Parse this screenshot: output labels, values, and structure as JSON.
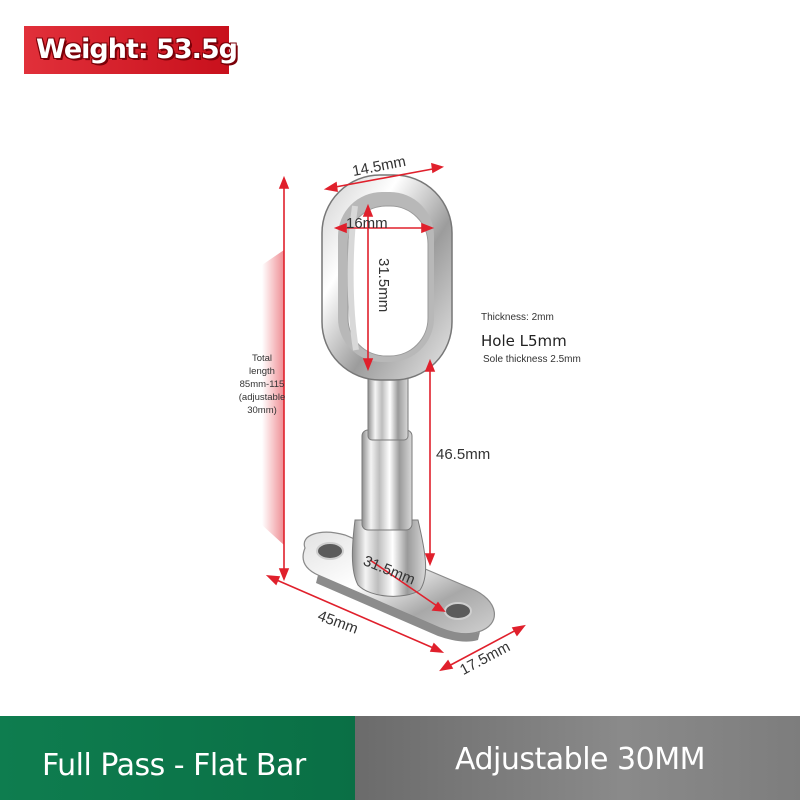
{
  "weight_badge": {
    "text": "Weight: 53.5g"
  },
  "dimensions": {
    "top_width": "14.5mm",
    "inner_width": "16mm",
    "inner_height": "31.5mm",
    "stem_height": "46.5mm",
    "base_length": "45mm",
    "base_width": "17.5mm",
    "base_hole_spacing": "31.5mm"
  },
  "specs": {
    "thickness": "Thickness: 2mm",
    "hole": "Hole L5mm",
    "sole_thickness": "Sole thickness 2.5mm"
  },
  "total_length": {
    "line1": "Total",
    "line2": "length",
    "line3": "85mm-115",
    "line4": "(adjustable",
    "line5": "30mm)"
  },
  "footer": {
    "left_label": "Full Pass - Flat Bar",
    "right_label": "Adjustable 30MM"
  },
  "colors": {
    "badge_red": "#d21f2b",
    "dimension_red": "#e0202c",
    "footer_green": "#0e7d4f",
    "footer_gray": "#7a7a7a"
  }
}
